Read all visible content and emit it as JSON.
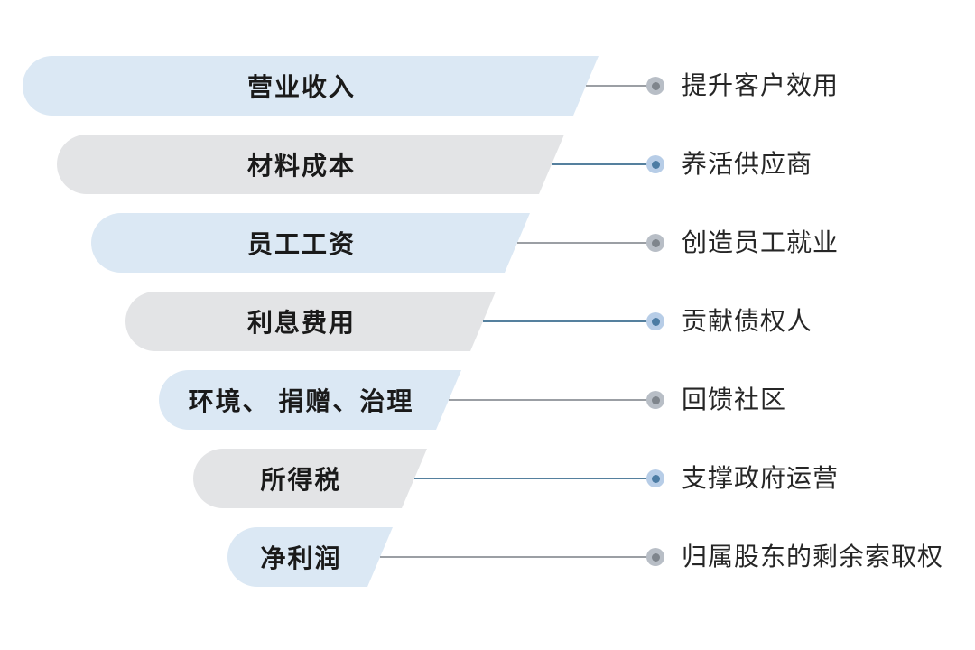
{
  "diagram": {
    "type": "funnel-income-statement",
    "colors": {
      "bar_blue": "#dbe8f4",
      "bar_gray": "#e3e4e6",
      "line_gray": "#9b9fa4",
      "line_blue": "#55809e",
      "bullet_outer_gray": "#b8bec6",
      "bullet_inner_gray": "#7f858c",
      "bullet_outer_blue": "#b7cde7",
      "bullet_inner_blue": "#4c7ca4",
      "text": "#1a1a1a"
    },
    "rows": [
      {
        "bar_label": "营业收入",
        "bar_color": "blue",
        "marker_color": "gray",
        "note": "提升客户效用"
      },
      {
        "bar_label": "材料成本",
        "bar_color": "gray",
        "marker_color": "blue",
        "note": "养活供应商"
      },
      {
        "bar_label": "员工工资",
        "bar_color": "blue",
        "marker_color": "gray",
        "note": "创造员工就业"
      },
      {
        "bar_label": "利息费用",
        "bar_color": "gray",
        "marker_color": "blue",
        "note": "贡献债权人"
      },
      {
        "bar_label": "环境、 捐赠、治理",
        "bar_color": "blue",
        "marker_color": "gray",
        "note": "回馈社区"
      },
      {
        "bar_label": "所得税",
        "bar_color": "gray",
        "marker_color": "blue",
        "note": "支撑政府运营"
      },
      {
        "bar_label": "净利润",
        "bar_color": "blue",
        "marker_color": "gray",
        "note": "归属股东的剩余索取权"
      }
    ]
  }
}
